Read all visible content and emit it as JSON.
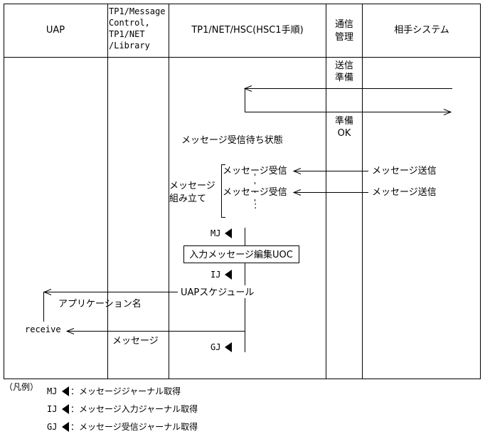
{
  "header": {
    "col_uap": "UAP",
    "col_msgctrl": [
      "TP1/Message",
      "Control,",
      "TP1/NET",
      "/Library"
    ],
    "col_hsc": "TP1/NET/HSC(HSC1手順)",
    "col_comm": [
      "通信",
      "管理"
    ],
    "col_partner": "相手システム"
  },
  "flow": {
    "send_prep": [
      "送信",
      "準備"
    ],
    "prep_ok": [
      "準備",
      "OK"
    ],
    "wait_state": "メッセージ受信待ち状態",
    "assemble": [
      "メッセージ",
      "組み立て"
    ],
    "msg_recv_1": "メッセージ受信",
    "msg_recv_2": "メッセージ受信",
    "msg_send_1": "メッセージ送信",
    "msg_send_2": "メッセージ送信",
    "colon": ":",
    "mj": "MJ",
    "uoc_box": "入力メッセージ編集UOC",
    "ij": "IJ",
    "uap_schedule": "UAPスケジュール",
    "app_name": "アプリケーション名",
    "receive": "receive",
    "message": "メッセージ",
    "gj": "GJ"
  },
  "legend": {
    "title": "（凡例）",
    "items": [
      {
        "code": "MJ",
        "text": "：メッセージジャーナル取得"
      },
      {
        "code": "IJ",
        "text": "：メッセージ入力ジャーナル取得"
      },
      {
        "code": "GJ",
        "text": "：メッセージ受信ジャーナル取得"
      }
    ]
  }
}
